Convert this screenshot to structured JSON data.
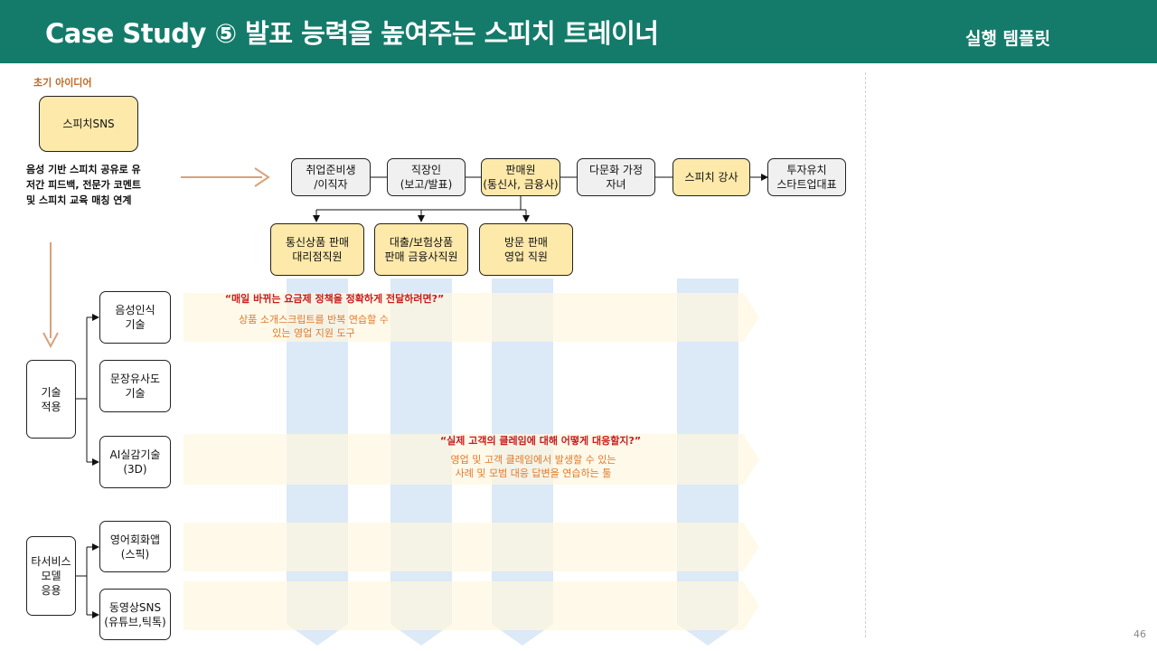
{
  "header": {
    "title": "Case Study ⑤ 발표 능력을 높여주는 스피치 트레이너",
    "subtitle": "실행 템플릿"
  },
  "idea": {
    "section_label": "초기 아이디어",
    "box_label": "스피치SNS",
    "description": "음성 기반 스피치 공유로 유\n저간 피드백, 전문가 코멘트\n및 스피치 교육 매칭 연계"
  },
  "targets": [
    {
      "label": "취업준비생\n/이직자",
      "highlight": false
    },
    {
      "label": "직장인\n(보고/발표)",
      "highlight": false
    },
    {
      "label": "판매원\n(통신사, 금융사)",
      "highlight": true
    },
    {
      "label": "다문화 가정\n자녀",
      "highlight": false
    },
    {
      "label": "스피치 강사",
      "highlight": true
    },
    {
      "label": "투자유치\n스타트업대표",
      "highlight": false
    }
  ],
  "sub_targets": [
    {
      "label": "통신상품 판매\n대리점직원"
    },
    {
      "label": "대출/보험상품\n판매 금융사직원"
    },
    {
      "label": "방문 판매\n영업 직원"
    }
  ],
  "tech": {
    "group_label": "기술\n적용",
    "items": [
      "음성인식\n기술",
      "문장유사도\n기술",
      "AI실감기술\n(3D)"
    ]
  },
  "service": {
    "group_label": "타서비스\n모델\n응용",
    "items": [
      "영어회화앱\n(스픽)",
      "동영상SNS\n(유튜브,틱톡)"
    ]
  },
  "ideas": [
    {
      "question": "“매일 바뀌는 요금제 정책을 정확하게 전달하려면?”",
      "answer": "상품 소개스크립트를 반복 연습할 수\n있는 영업 지원 도구"
    },
    {
      "question": "“실제 고객의 클레임에 대해 어떻게 대응할지?”",
      "answer": "영업 및 고객 클레임에서 발생할 수 있는\n사례 및 모범 대응 답변을 연습하는 툴"
    }
  ],
  "page_number": "46",
  "colors": {
    "header_bg": "#147b6b",
    "box_yellow": "#fde9a9",
    "box_gray": "#f0f0f0",
    "column_blue": "#d6e5f5",
    "band_cream": "#fff8e6",
    "arrow_tan": "#d9a27a",
    "question_red": "#c81c1c",
    "answer_orange": "#e07a2c"
  }
}
